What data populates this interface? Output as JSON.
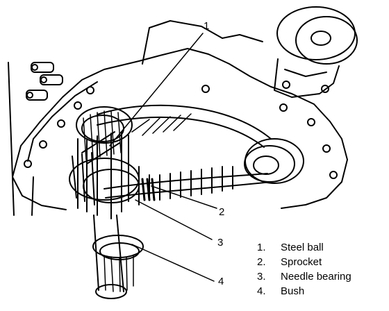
{
  "callouts": [
    {
      "number": "1",
      "label": "Steel ball"
    },
    {
      "number": "2",
      "label": "Sprocket"
    },
    {
      "number": "3",
      "label": "Needle bearing"
    },
    {
      "number": "4",
      "label": "Bush"
    }
  ],
  "legend": [
    {
      "number": "1.",
      "label": "Steel ball"
    },
    {
      "number": "2.",
      "label": "Sprocket"
    },
    {
      "number": "3.",
      "label": "Needle bearing"
    },
    {
      "number": "4.",
      "label": "Bush"
    }
  ],
  "colors": {
    "ink": "#000000",
    "paper": "#ffffff"
  }
}
